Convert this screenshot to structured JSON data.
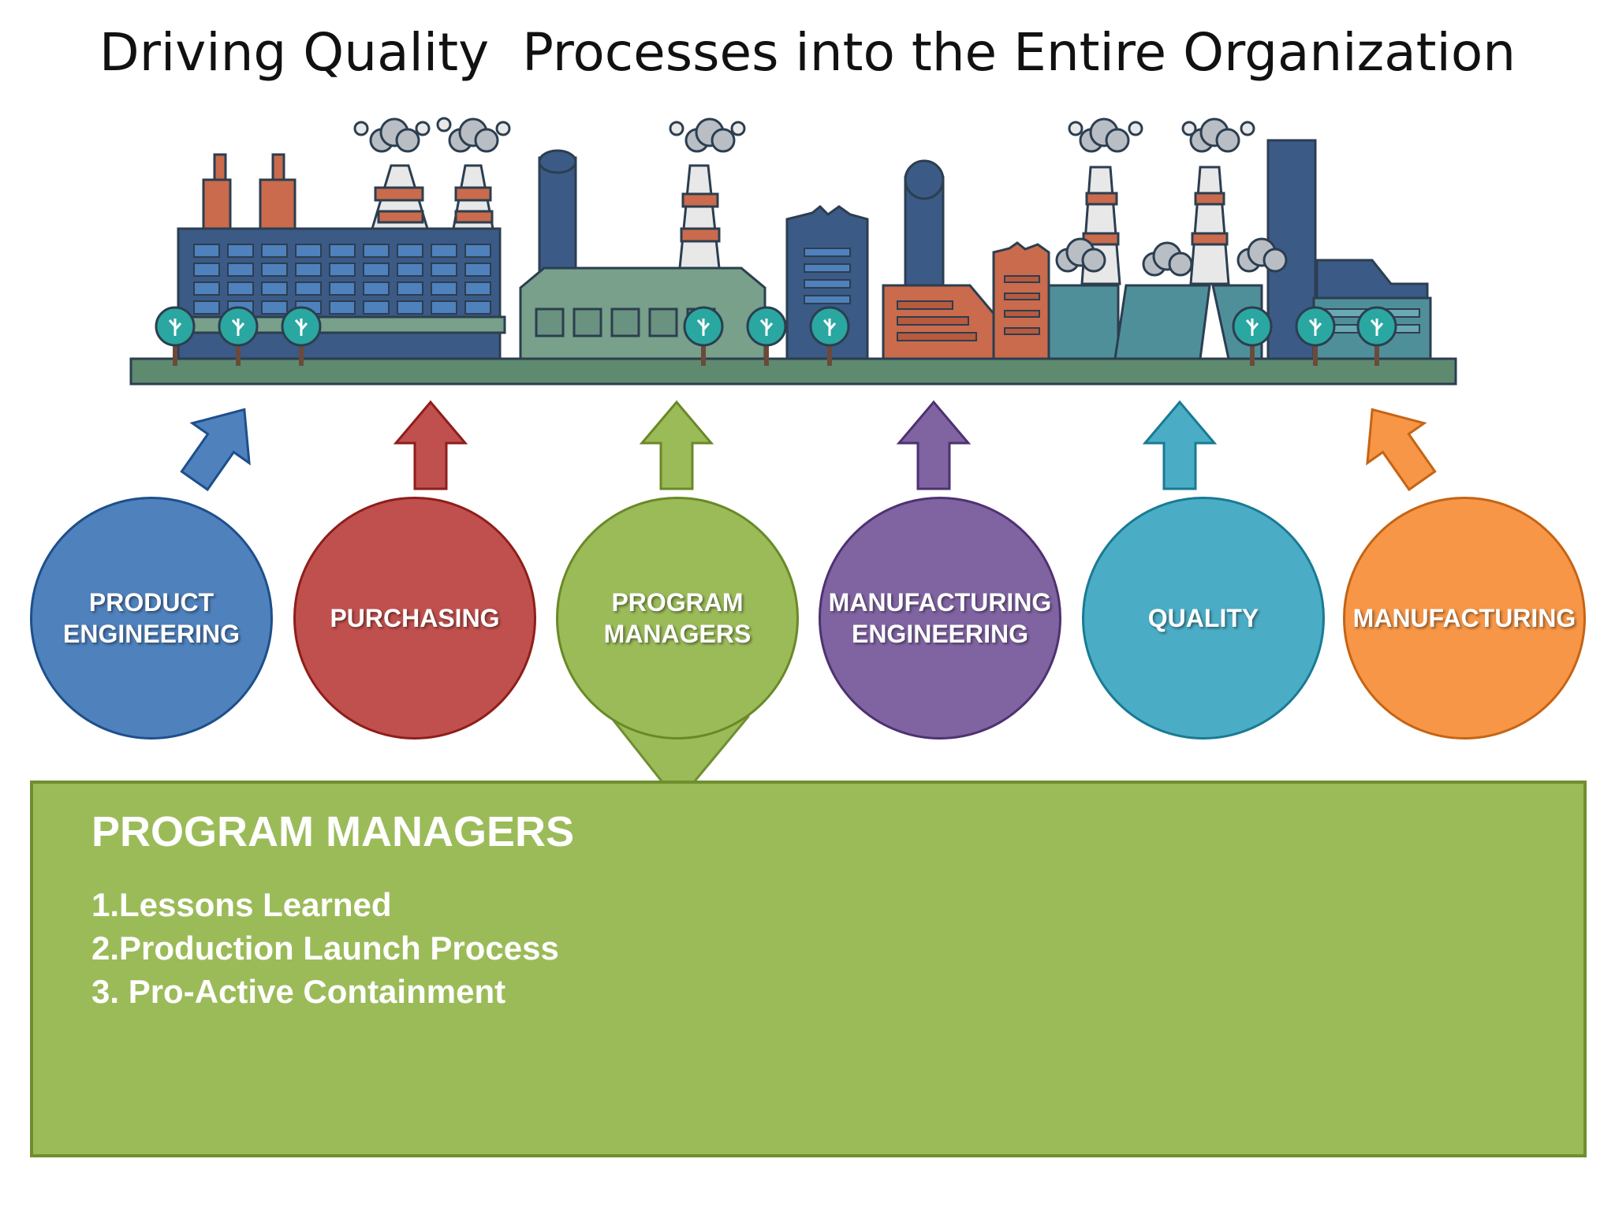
{
  "title": "Driving Quality  Processes into the Entire Organization",
  "colors": {
    "product_engineering": "#4f81bd",
    "purchasing": "#c0504d",
    "program_managers": "#9bbb59",
    "manufacturing_engineering": "#8064a2",
    "quality": "#4bacc6",
    "manufacturing": "#f79646",
    "factory_dark": "#3b5a86",
    "factory_orange": "#c96b4c",
    "factory_green": "#78a08a",
    "ground": "#5e8a70"
  },
  "departments": [
    {
      "label": "PRODUCT\nENGINEERING",
      "color": "#4f81bd",
      "arrow": "up-right"
    },
    {
      "label": "PURCHASING",
      "color": "#c0504d",
      "arrow": "up"
    },
    {
      "label": "PROGRAM\nMANAGERS",
      "color": "#9bbb59",
      "arrow": "up",
      "selected": true
    },
    {
      "label": "MANUFACTURING\nENGINEERING",
      "color": "#8064a2",
      "arrow": "up"
    },
    {
      "label": "QUALITY",
      "color": "#4bacc6",
      "arrow": "up"
    },
    {
      "label": "MANUFACTURING",
      "color": "#f79646",
      "arrow": "up-left"
    }
  ],
  "detail": {
    "title": "PROGRAM MANAGERS",
    "items": [
      "1.Lessons Learned",
      "2.Production Launch Process",
      "3. Pro-Active Containment"
    ]
  },
  "icons": {
    "factory": "factory-illustration",
    "tree": "tree-icon",
    "smoke": "smoke-cloud-icon"
  }
}
